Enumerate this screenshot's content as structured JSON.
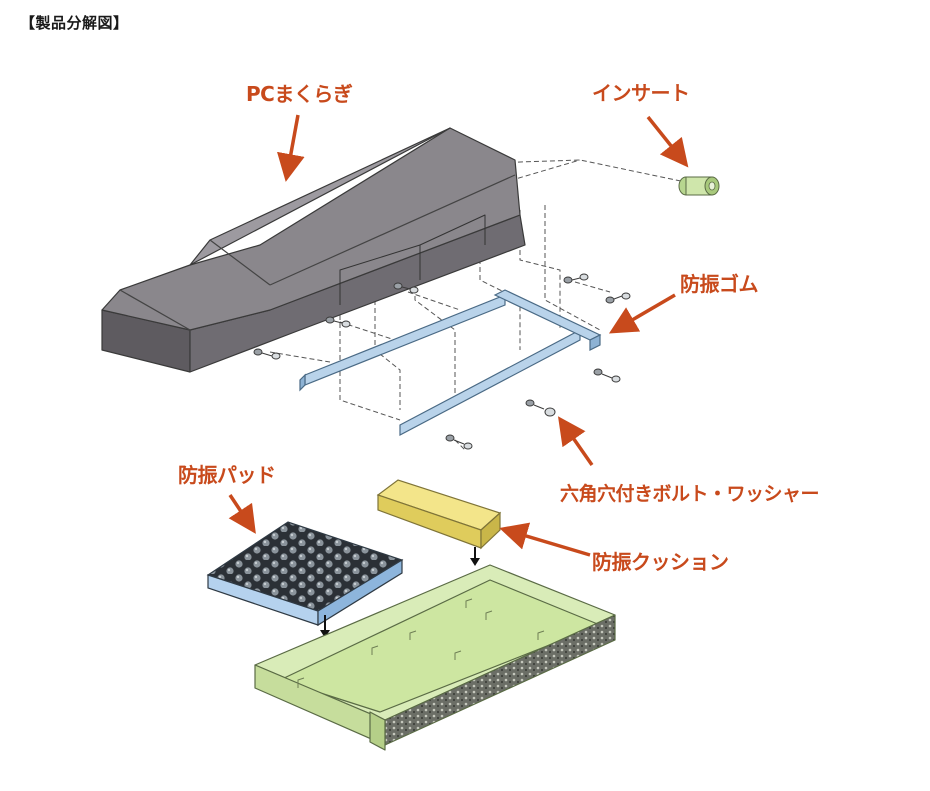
{
  "title": "【製品分解図】",
  "accent_color": "#c84a1c",
  "labels": {
    "pc_pillow": "PCまくらぎ",
    "insert": "インサート",
    "rubber": "防振ゴム",
    "bolt": "六角穴付きボルト・ワッシャー",
    "pad": "防振パッド",
    "cushion": "防振クッション"
  }
}
